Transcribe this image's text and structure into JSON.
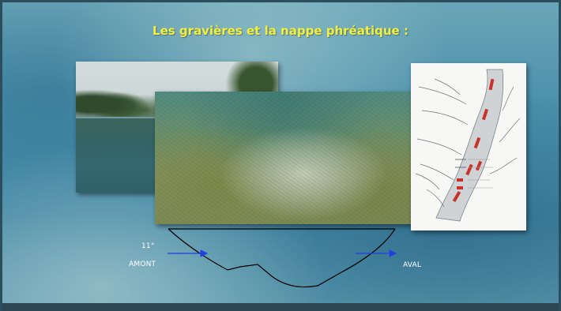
{
  "slide": {
    "title": "Les gravières et la nappe phréatique :",
    "temperature_label": "11°",
    "upstream_label": "AMONT",
    "downstream_label": "AVAL"
  },
  "images": {
    "lake_photo": "gravel-pit lake with trees",
    "underwater_photo": "underwater gravel bed with vegetation",
    "map": "map of the aquifer channel with red arrows"
  },
  "colors": {
    "title": "#f4ef3a",
    "arrows": "#1f3fe0",
    "map_arrows": "#c8322a",
    "profile_line": "#000000"
  },
  "icons": {
    "flow_arrow": "right-arrow-icon"
  }
}
